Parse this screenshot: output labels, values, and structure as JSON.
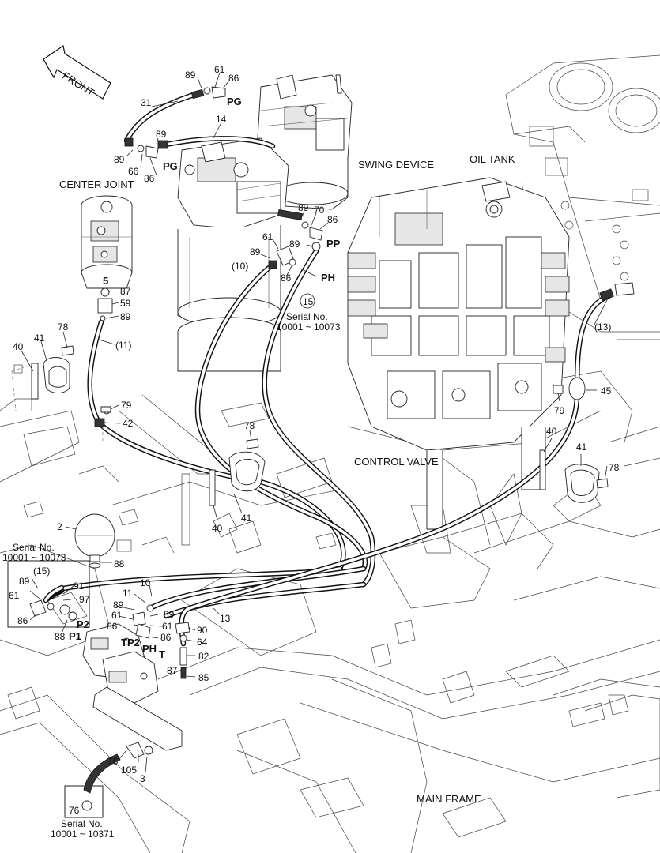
{
  "direction_arrow": {
    "label": "FRONT"
  },
  "components": {
    "center_joint": "CENTER JOINT",
    "swing_device": "SWING DEVICE",
    "oil_tank": "OIL TANK",
    "control_valve": "CONTROL VALVE",
    "main_frame": "MAIN FRAME"
  },
  "ports": {
    "pg_upper": "PG",
    "pg_lower": "PG",
    "pp": "PP",
    "ph_valve": "PH",
    "p1": "P1",
    "p2": "P2",
    "tp2": "TP2",
    "ph_block": "PH",
    "t": "T"
  },
  "serial_notes": {
    "hose15_circle": "15",
    "hose15_title": "Serial No.",
    "hose15_range": "10001 ~ 10073",
    "inset_left_title": "Serial No.",
    "inset_left_range": "10001 ~ 10073",
    "inset_left_part": "(15)",
    "inset_bottom_title": "Serial No.",
    "inset_bottom_range": "10001 ~ 10371",
    "inset_bottom_part": "76"
  },
  "part_numbers": {
    "swing_top_89": "89",
    "swing_top_61": "61",
    "swing_top_86": "86",
    "hose_31": "31",
    "hose_14": "14",
    "swing_mid_89a": "89",
    "swing_mid_89b": "89",
    "swing_mid_66": "66",
    "swing_mid_86": "86",
    "valve_89a": "89",
    "valve_70": "70",
    "valve_86a": "86",
    "valve_61": "61",
    "valve_89b": "89",
    "valve_89c": "89",
    "hose_10": "(10)",
    "valve_86b": "86",
    "cj_5": "5",
    "cj_87": "87",
    "cj_59": "59",
    "cj_89": "89",
    "hose_11": "(11)",
    "clamp_78a": "78",
    "clamp_41a": "41",
    "clamp_40a": "40",
    "bolt_79a": "79",
    "clamp_42": "42",
    "clamp_78b": "78",
    "clamp_40b": "40",
    "clamp_41b": "41",
    "hose_13r": "(13)",
    "clamp_45": "45",
    "bolt_79b": "79",
    "clamp_40c": "40",
    "clamp_41c": "41",
    "clamp_78c": "78",
    "accum_2": "2",
    "accum_88": "88",
    "inset_89": "89",
    "inset_61": "61",
    "inset_86": "86",
    "blk_91": "91",
    "blk_97": "97",
    "blk_88": "88",
    "blk_11": "11",
    "blk_10": "10",
    "blk_89a": "89",
    "blk_89b": "89",
    "blk_61a": "61",
    "blk_61b": "61",
    "blk_86a": "86",
    "blk_86b": "86",
    "hose_13": "13",
    "blk_90": "90",
    "blk_64": "64",
    "blk_82": "82",
    "blk_87": "87",
    "blk_85": "85",
    "brk_76": "76",
    "brk_105": "105",
    "brk_3": "3"
  }
}
